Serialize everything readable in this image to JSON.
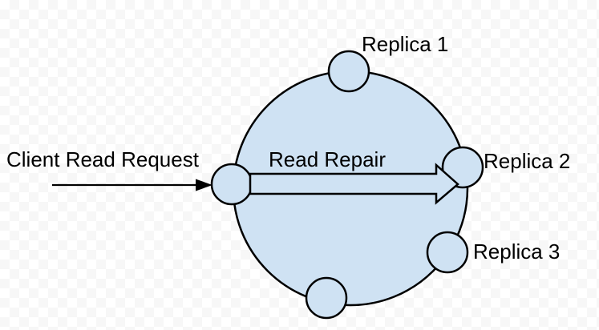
{
  "diagram": {
    "labels": {
      "client_read_request": "Client Read Request",
      "read_repair": "Read Repair",
      "replica_1": "Replica 1",
      "replica_2": "Replica 2",
      "replica_3": "Replica 3"
    },
    "colors": {
      "shape_fill": "#cfe2f3",
      "outline": "#000000",
      "text": "#000000",
      "checker_white": "#ffffff",
      "checker_gray": "#f7f7f7"
    },
    "nodes": [
      {
        "id": "node-top",
        "label": "Replica 1"
      },
      {
        "id": "node-right",
        "label": "Replica 2"
      },
      {
        "id": "node-lower-right",
        "label": "Replica 3"
      },
      {
        "id": "node-bottom",
        "label": ""
      },
      {
        "id": "node-left-coordinator",
        "label": ""
      }
    ]
  }
}
